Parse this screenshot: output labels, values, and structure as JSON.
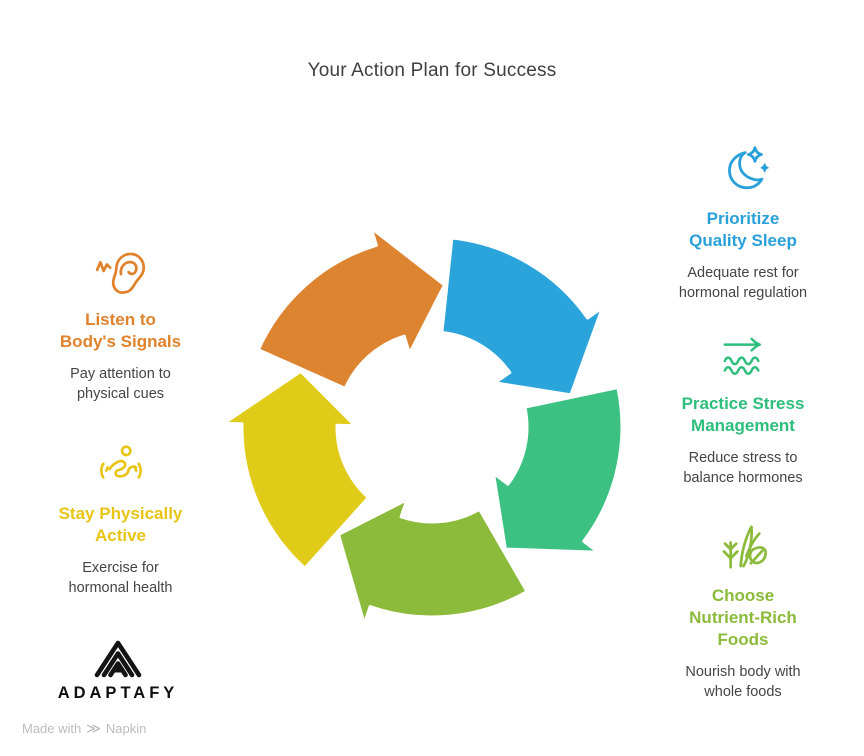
{
  "title": "Your Action Plan for Success",
  "cycle": {
    "type": "cycle-diagram",
    "direction": "clockwise",
    "segments": [
      {
        "name": "listen-to-bodys-signals",
        "color": "#DD8430",
        "start": 294
      },
      {
        "name": "prioritize-quality-sleep",
        "color": "#2BA4DB",
        "start": 6
      },
      {
        "name": "practice-stress-management",
        "color": "#3CC183",
        "start": 78
      },
      {
        "name": "choose-nutrient-rich-foods",
        "color": "#8CBA3B",
        "start": 150
      },
      {
        "name": "stay-physically-active",
        "color": "#E0CB18",
        "start": 222
      }
    ]
  },
  "items": {
    "sleep": {
      "color": "#2AA0DA",
      "icon": "moon-sparkles-icon",
      "lines": [
        "Prioritize",
        "Quality Sleep"
      ],
      "desc": "Adequate rest for hormonal regulation"
    },
    "stress": {
      "color": "#2EBE7C",
      "icon": "stress-waves-icon",
      "lines": [
        "Practice Stress",
        "Management"
      ],
      "desc": "Reduce stress to balance hormones"
    },
    "foods": {
      "color": "#8CBA3B",
      "icon": "plant-leaf-icon",
      "lines": [
        "Choose",
        "Nutrient-Rich",
        "Foods"
      ],
      "desc": "Nourish body with whole foods"
    },
    "listen": {
      "color": "#E0822C",
      "icon": "ear-signal-icon",
      "lines": [
        "Listen to",
        "Body's Signals"
      ],
      "desc": "Pay attention to physical cues"
    },
    "active": {
      "color": "#E8C414",
      "icon": "runner-icon",
      "lines": [
        "Stay Physically",
        "Active"
      ],
      "desc": "Exercise for hormonal health"
    }
  },
  "logo": {
    "name": "ADAPTAFY"
  },
  "watermark": {
    "made_with": "Made with",
    "brand": "Napkin",
    "glyph": "≫"
  }
}
